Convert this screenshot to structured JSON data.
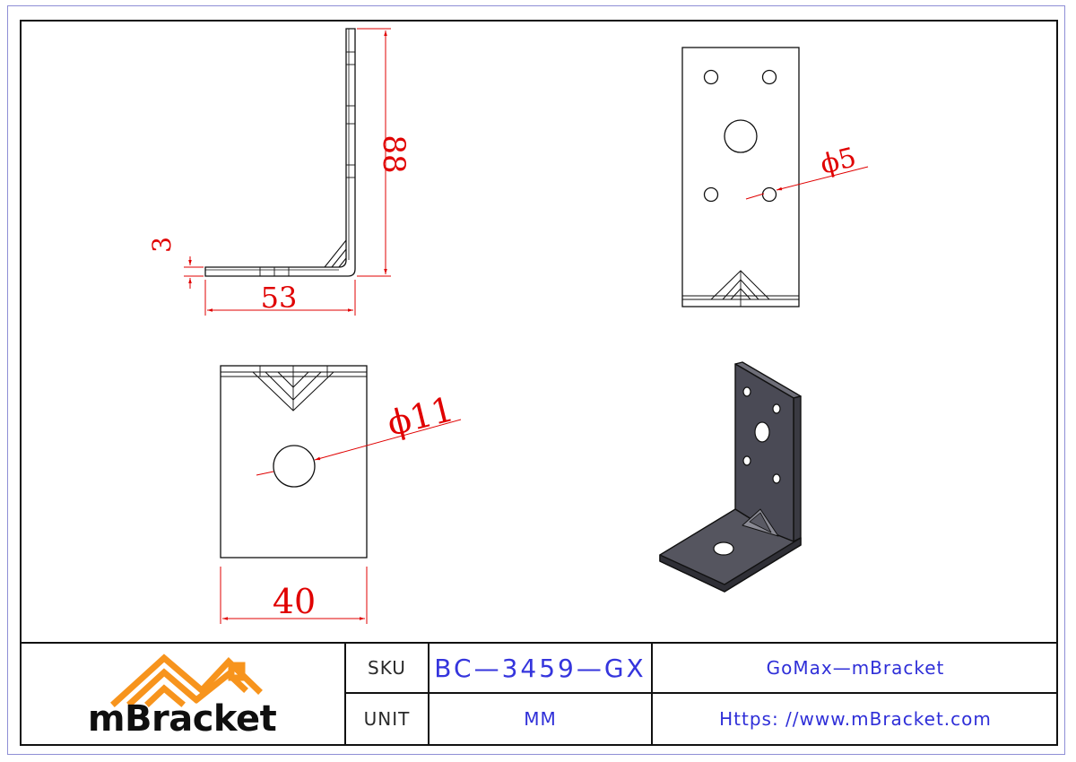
{
  "drawing": {
    "dimensions": {
      "side_height": "88",
      "side_thickness": "3",
      "side_width": "53",
      "front_width": "40",
      "small_hole": "ϕ5",
      "large_hole": "ϕ11"
    }
  },
  "title_block": {
    "logo_text": "mBracket",
    "sku_label": "SKU",
    "sku_value": "BC—3459—GX",
    "product_name": "GoMax—mBracket",
    "unit_label": "UNIT",
    "unit_value": "MM",
    "website": "Https: //www.mBracket.com"
  },
  "colors": {
    "dimension": "#e00000",
    "logo_orange": "#f7941d",
    "table_blue": "#3535dd",
    "part_fill": "#4a4a55"
  }
}
